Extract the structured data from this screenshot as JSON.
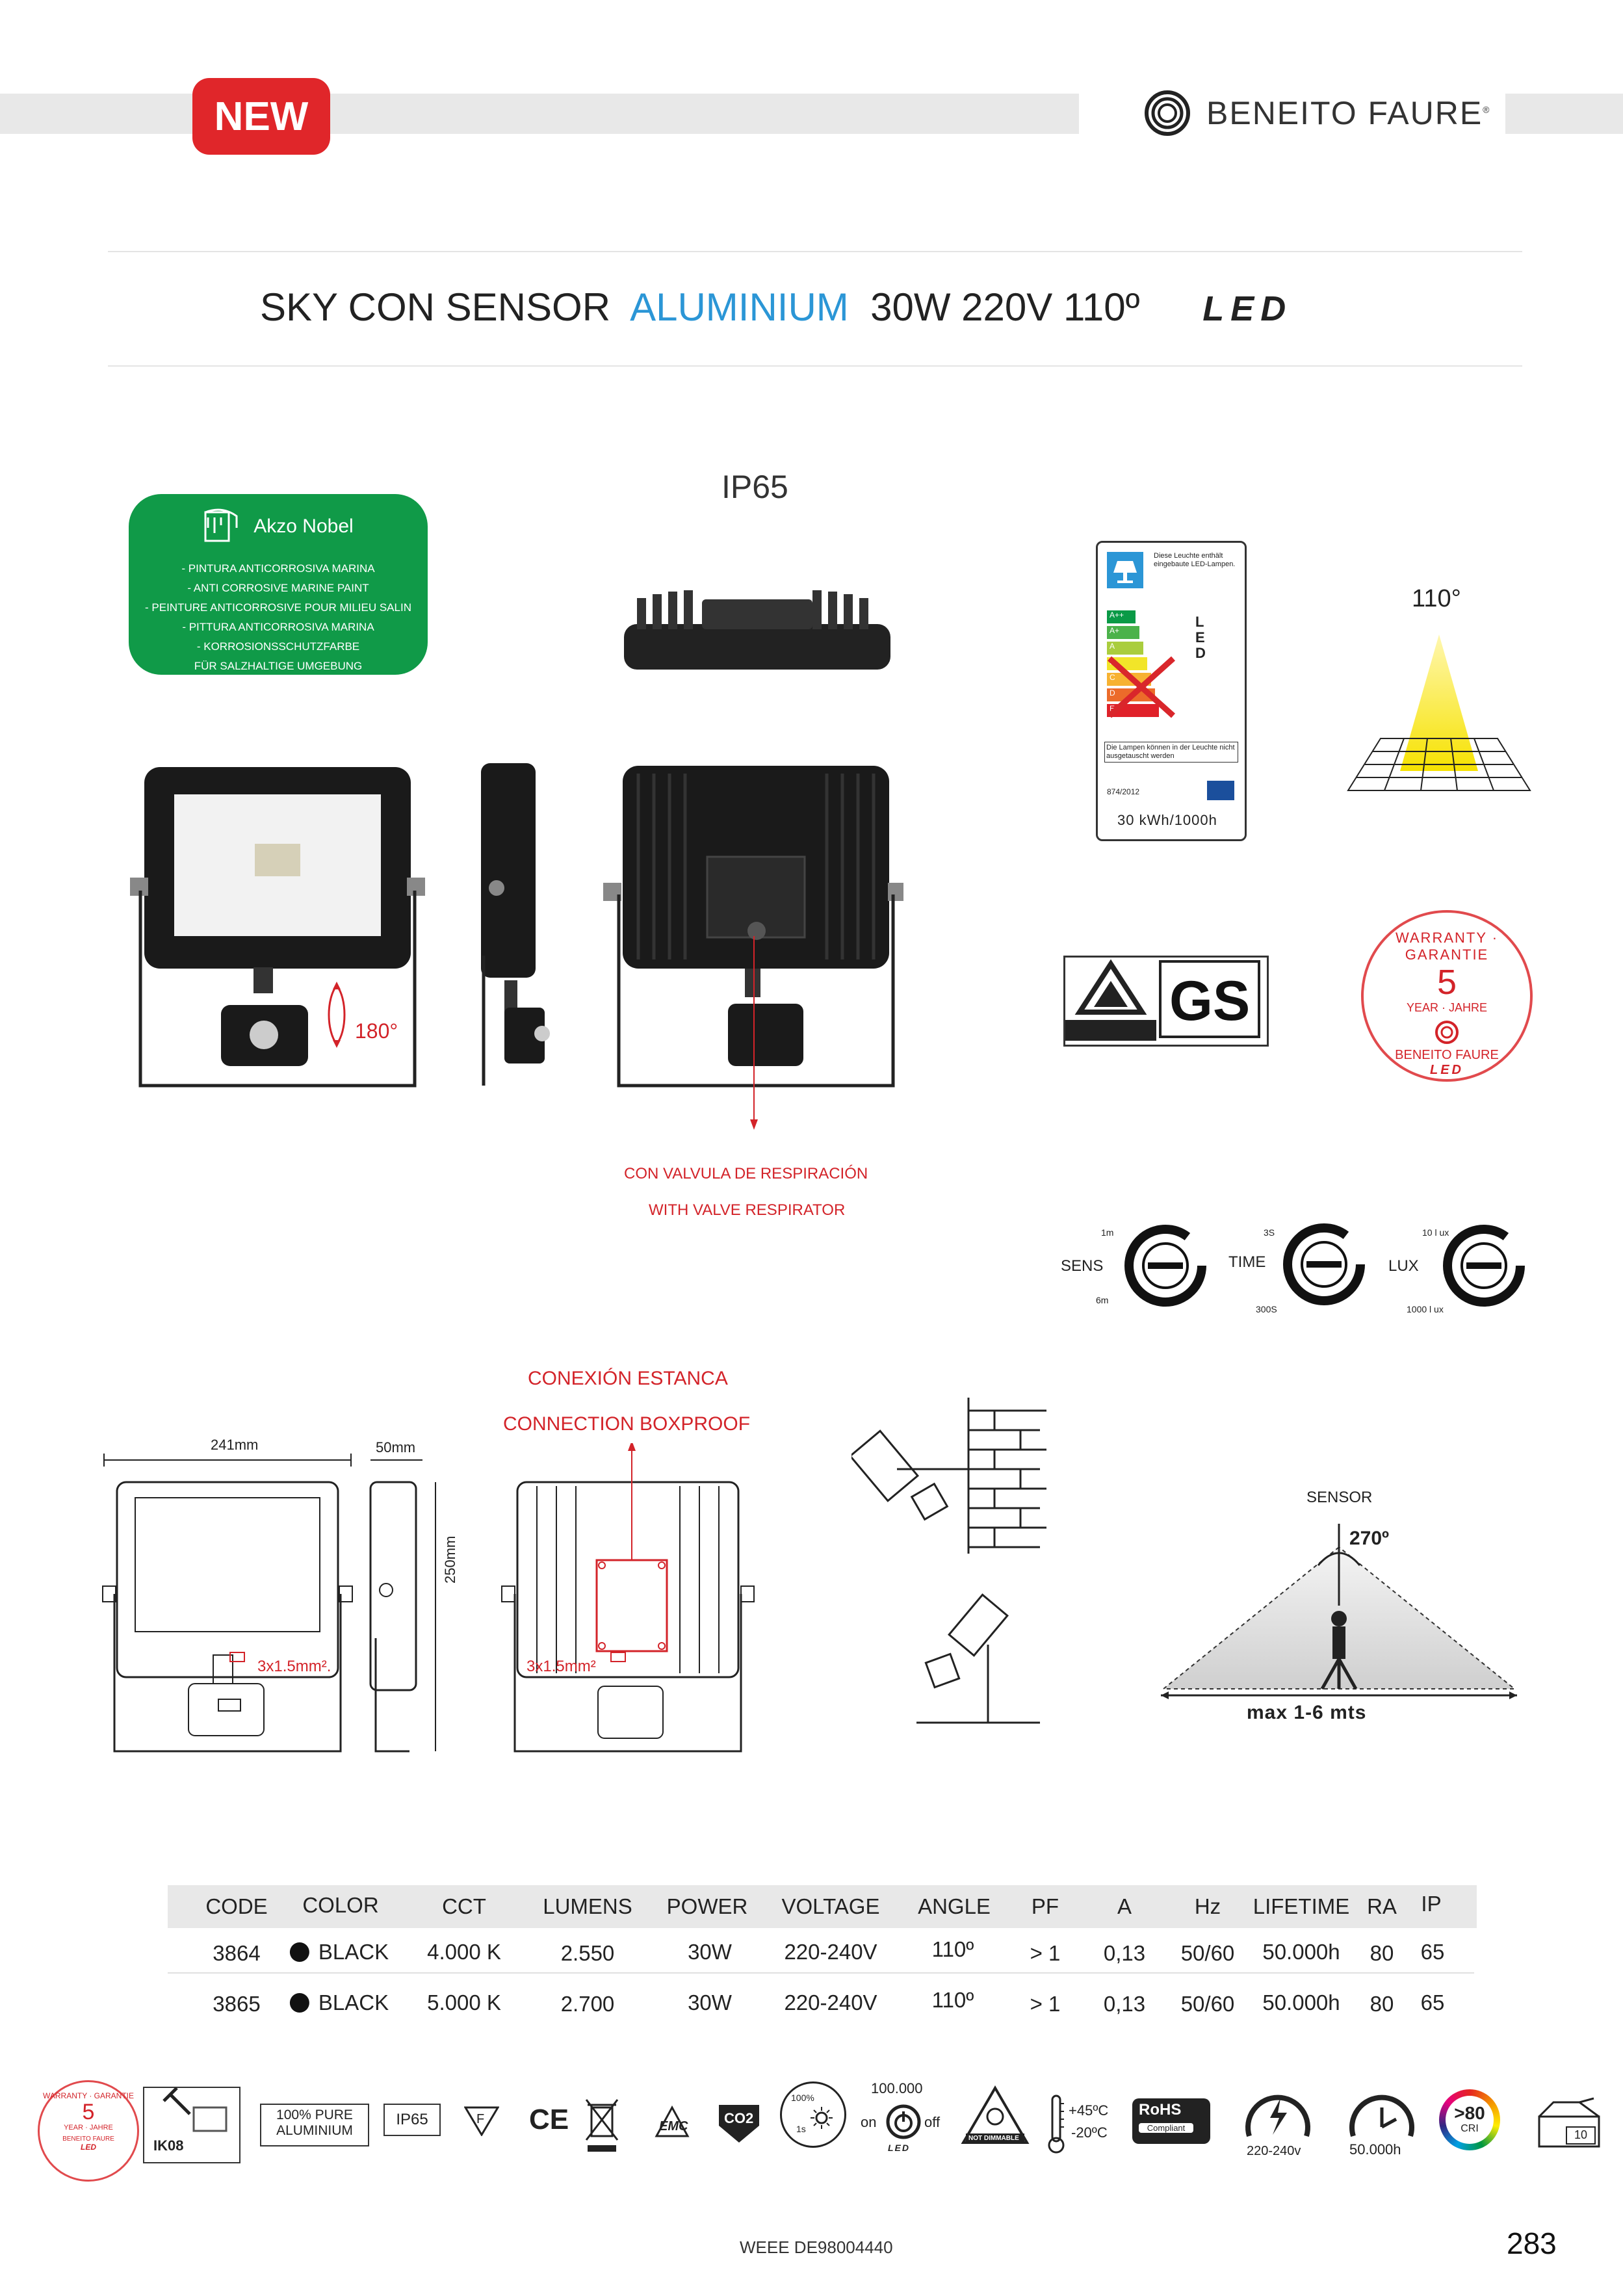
{
  "badge": {
    "new": "NEW"
  },
  "brand": {
    "name": "BENEITO FAURE",
    "reg": "®"
  },
  "title": {
    "part1": "SKY   CON SENSOR",
    "part2": "ALUMINIUM",
    "part3": "30W 220V 110º",
    "led": "LED"
  },
  "ip_label": "IP65",
  "akzo": {
    "name": "Akzo Nobel",
    "lines": [
      "- PINTURA  ANTICORROSIVA  MARINA",
      "- ANTI CORROSIVE MARINE PAINT",
      "- PEINTURE ANTICORROSIVE POUR MILIEU SALIN",
      "- PITTURA ANTICORROSIVA MARINA",
      "- KORROSIONSSCHUTZFARBE",
      "FÜR SALZHALTIGE UMGEBUNG"
    ]
  },
  "energy_label": {
    "text_top": "Diese Leuchte enthält eingebaute LED-Lampen.",
    "classes": [
      "A++",
      "A+",
      "A",
      "B",
      "C",
      "D",
      "E"
    ],
    "led": "L E D",
    "text_bottom": "Die Lampen können in der Leuchte nicht ausgetauscht werden",
    "reg": "874/2012",
    "kwh": "30 kWh/1000h"
  },
  "beam": {
    "angle": "110°"
  },
  "rotation": "180°",
  "valve": {
    "es": "CON VALVULA DE RESPIRACIÓN",
    "en": "WITH VALVE RESPIRATOR"
  },
  "warranty": {
    "top": "WARRANTY · GARANTIE",
    "years": "5",
    "sub": "YEAR · JAHRE",
    "brand": "BENEITO FAURE",
    "led": "LED"
  },
  "knobs": [
    {
      "label": "SENS",
      "min": "1m",
      "max": "6m"
    },
    {
      "label": "TIME",
      "min": "3S",
      "max": "300S"
    },
    {
      "label": "LUX",
      "min": "10 l ux",
      "max": "1000 l ux"
    }
  ],
  "connection": {
    "es": "CONEXIÓN ESTANCA",
    "en": "CONNECTION BOXPROOF"
  },
  "dims": {
    "width": "241mm",
    "depth": "50mm",
    "height": "250mm",
    "cable1": "3x1.5mm².",
    "cable2": "3x1.5mm²"
  },
  "sensor": {
    "label": "SENSOR",
    "angle": "270º",
    "range": "max 1-6 mts"
  },
  "table": {
    "headers": [
      "CODE",
      "COLOR",
      "CCT",
      "LUMENS",
      "POWER",
      "VOLTAGE",
      "ANGLE",
      "PF",
      "A",
      "Hz",
      "LIFETIME",
      "RA",
      "IP"
    ],
    "rows": [
      [
        "3864",
        "BLACK",
        "4.000 K",
        "2.550",
        "30W",
        "220-240V",
        "110º",
        "> 1",
        "0,13",
        "50/60",
        "50.000h",
        "80",
        "65"
      ],
      [
        "3865",
        "BLACK",
        "5.000 K",
        "2.700",
        "30W",
        "220-240V",
        "110º",
        "> 1",
        "0,13",
        "50/60",
        "50.000h",
        "80",
        "65"
      ]
    ]
  },
  "icons": {
    "ik": "IK08",
    "aluminium": "100% PURE ALUMINIUM",
    "ip": "IP65",
    "f": "F",
    "ce": "CE",
    "emc": "EMC",
    "co2": "CO2",
    "percent": "100%",
    "sec": "1s",
    "switch_count": "100.000",
    "on": "on",
    "off": "off",
    "led": "LED",
    "not_dimmable": "NOT DIMMABLE",
    "temp_max": "+45ºC",
    "temp_min": "-20ºC",
    "rohs": "RoHS",
    "rohs_sub": "Compliant",
    "voltage": "220-240v",
    "lifetime": "50.000h",
    "cri": ">80",
    "cri_sub": "CRI",
    "box": "10"
  },
  "footer": {
    "weee": "WEEE DE98004440",
    "page": "283"
  }
}
